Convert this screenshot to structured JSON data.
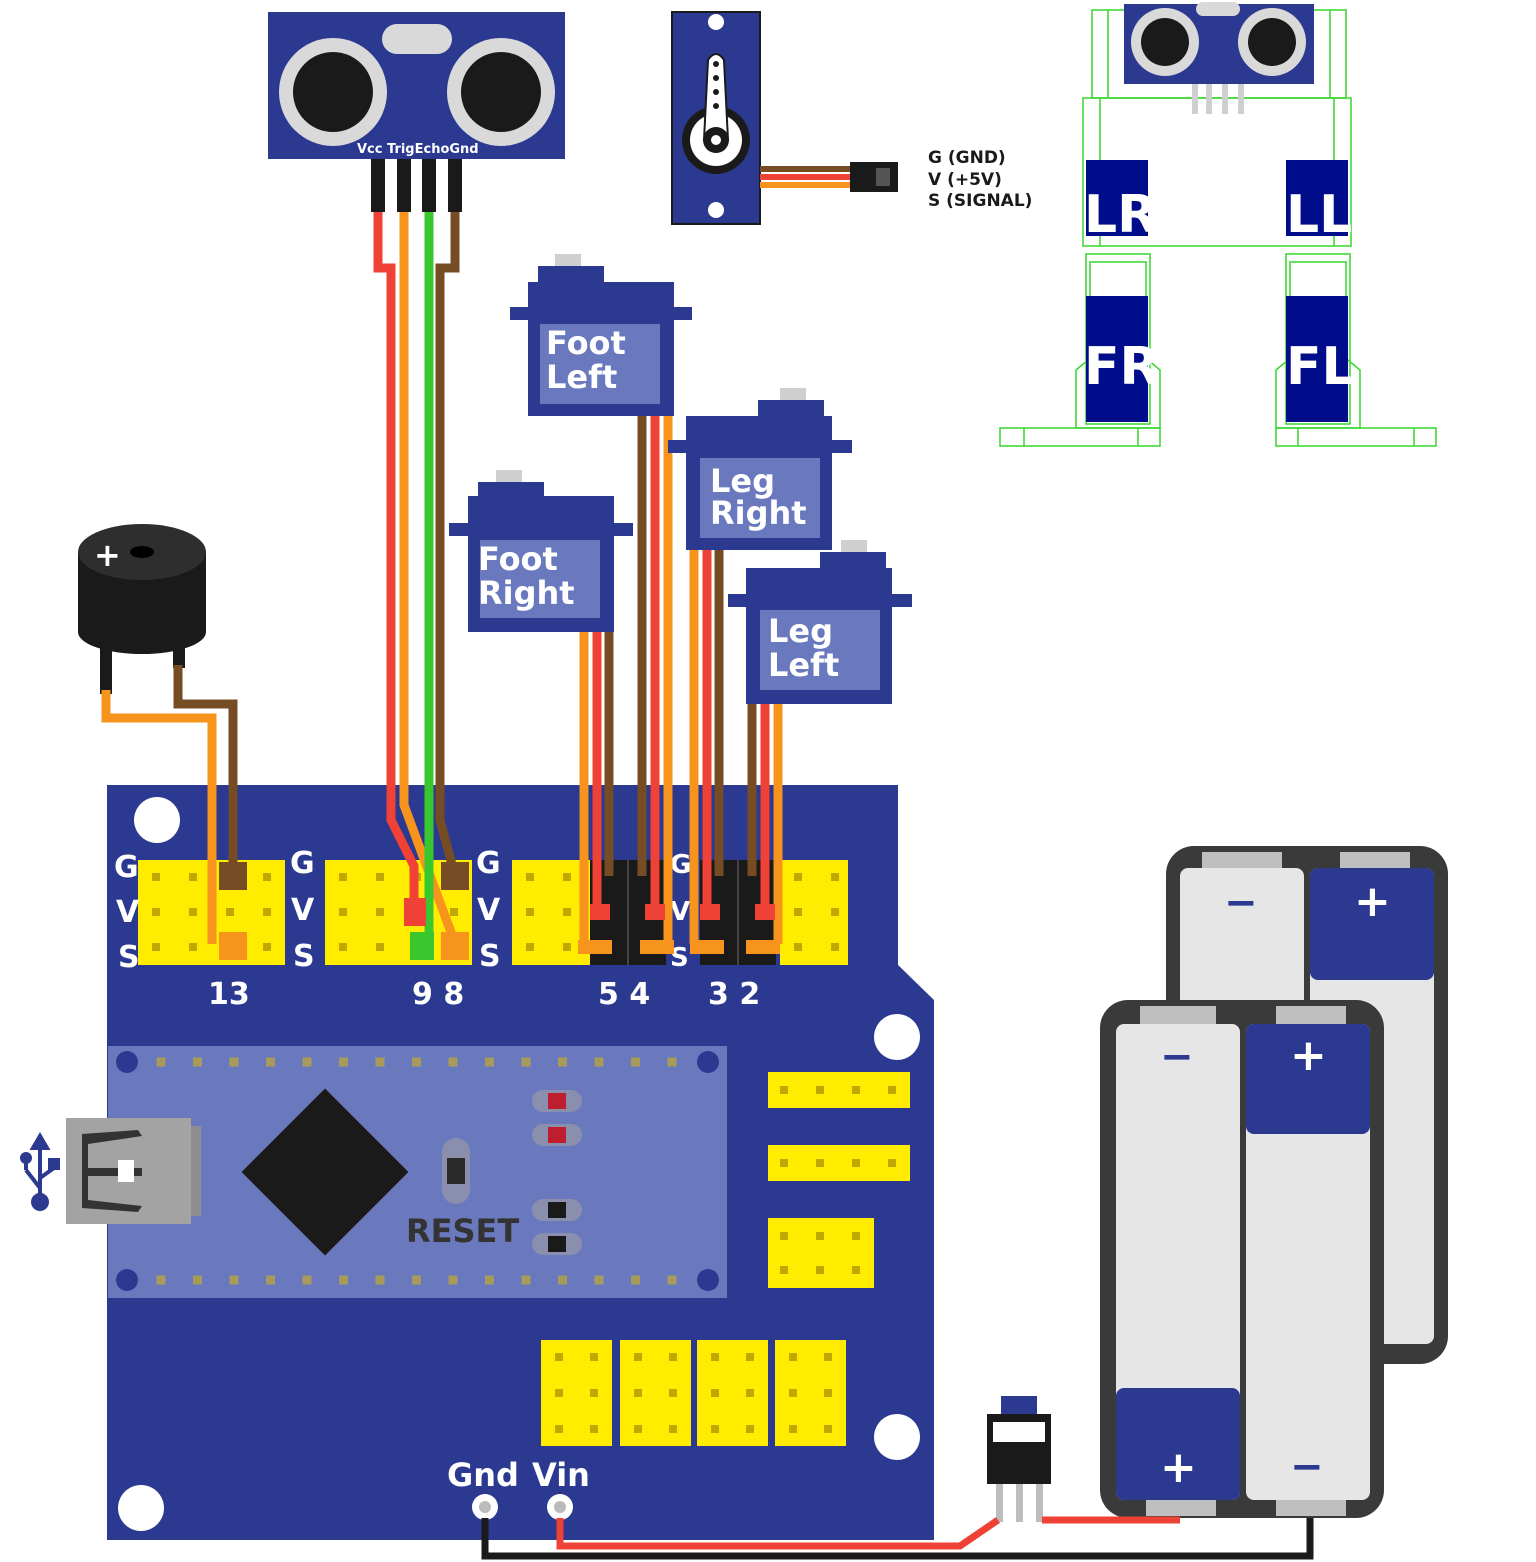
{
  "colors": {
    "board": "#2b3990",
    "nano": "#6a79bd",
    "header": "#ffec00",
    "wire_red": "#ef4136",
    "wire_orange": "#f7941d",
    "wire_green": "#39c72f",
    "wire_brown": "#754c24",
    "wire_black": "#1a1a1a",
    "robot_outline": "#39d62f",
    "servo_label_bg": "#6a79bd"
  },
  "ultrasonic": {
    "pins": "Vcc TrigEchoGnd"
  },
  "servo_legend": {
    "g": "G (GND)",
    "v": "V (+5V)",
    "s": "S (SIGNAL)"
  },
  "servos": {
    "foot_left": {
      "line1": "Foot",
      "line2": "Left"
    },
    "foot_right": {
      "line1": "Foot",
      "line2": "Right"
    },
    "leg_right": {
      "line1": "Leg",
      "line2": "Right"
    },
    "leg_left": {
      "line1": "Leg",
      "line2": "Left"
    }
  },
  "robot": {
    "lr": "LR",
    "ll": "LL",
    "fr": "FR",
    "fl": "FL"
  },
  "header_letters": {
    "g": "G",
    "v": "V",
    "s": "S"
  },
  "pins": {
    "p13": "13",
    "p98": "9 8",
    "p54": "5 4",
    "p32": "3 2"
  },
  "board": {
    "reset": "RESET",
    "gnd": "Gnd",
    "vin": "Vin"
  },
  "buzzer": {
    "plus": "+"
  },
  "battery": {
    "plus": "+",
    "minus": "−"
  }
}
